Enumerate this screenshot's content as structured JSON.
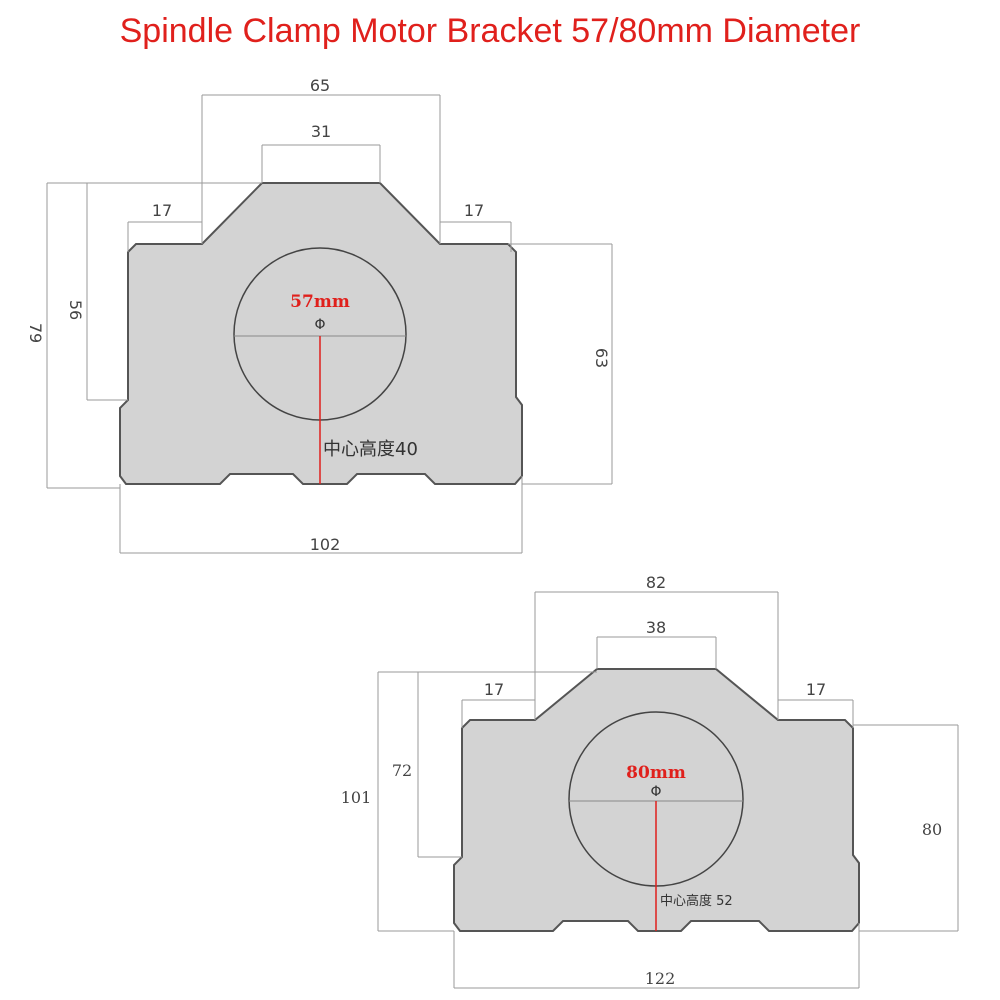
{
  "title": "Spindle Clamp Motor Bracket 57/80mm Diameter",
  "colors": {
    "accent_red": "#e0201c",
    "body_fill": "#d3d3d3",
    "outline": "#555555",
    "dimension_line": "#9a9a9a"
  },
  "bracket_57": {
    "top_width": "65",
    "top_flat": "31",
    "left_step": "17",
    "right_step": "17",
    "total_height": "79",
    "left_height": "56",
    "right_height": "63",
    "base_width": "102",
    "diameter": "57mm",
    "phi_symbol": "Φ",
    "center_height": "中心高度40"
  },
  "bracket_80": {
    "top_width": "82",
    "top_flat": "38",
    "left_step": "17",
    "right_step": "17",
    "total_height": "101",
    "left_height": "72",
    "right_height": "80",
    "base_width": "122",
    "diameter": "80mm",
    "phi_symbol": "Φ",
    "center_height": "中心高度 52"
  }
}
